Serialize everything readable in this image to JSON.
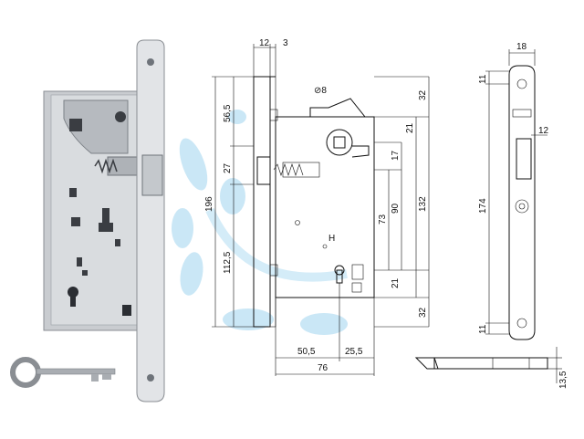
{
  "diagram": {
    "watermark_color": "#9fd4ef",
    "side_view": {
      "top_width": "12",
      "plate_thickness": "3",
      "heights": [
        "196",
        "56,5",
        "27",
        "112,5"
      ]
    },
    "front_view": {
      "bolt_diameter": "⊘8",
      "right_heights": [
        "32",
        "21",
        "17",
        "90",
        "73",
        "132",
        "21",
        "32"
      ],
      "bottom_widths": [
        "50,5",
        "25,5",
        "76"
      ]
    },
    "faceplate_view": {
      "width": "18",
      "offset": "12",
      "heights": [
        "11",
        "174",
        "11"
      ]
    },
    "latch_view": {
      "height": "13,5"
    }
  }
}
